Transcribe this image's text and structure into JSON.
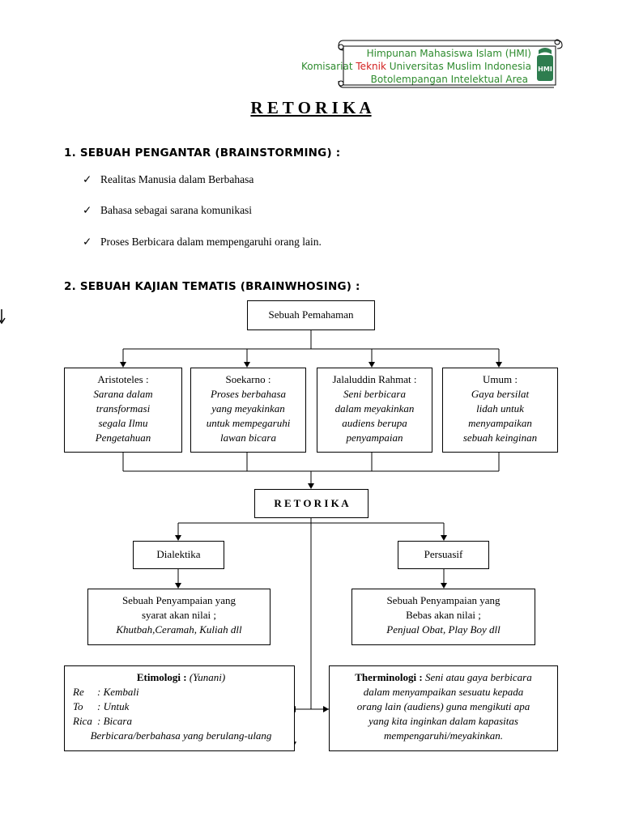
{
  "header": {
    "line1": "Himpunan Mahasiswa Islam (HMI)",
    "line2_prefix": "Komisariat ",
    "line2_highlight": "Teknik",
    "line2_suffix": " Universitas Muslim Indonesia",
    "line3": "Botolempangan Intelektual Area",
    "logo_text": "HMI",
    "colors": {
      "text": "#2e8b2e",
      "highlight": "#d32020",
      "logo": "#2e7d4f"
    }
  },
  "title": "R E T O R I K A",
  "section1": {
    "heading": "1. SEBUAH PENGANTAR (BRAINSTORMING) :",
    "items": [
      "Realitas Manusia dalam Berbahasa",
      "Bahasa sebagai sarana komunikasi",
      "Proses Berbicara dalam mempengaruhi orang lain."
    ],
    "check_symbol": "✓"
  },
  "section2": {
    "heading": "2. SEBUAH KAJIAN TEMATIS (BRAINWHOSING) :"
  },
  "diagram": {
    "root": "Sebuah Pemahaman",
    "figures": [
      {
        "name": "Aristoteles :",
        "desc": [
          "Sarana dalam",
          "transformasi",
          "segala Ilmu",
          "Pengetahuan"
        ]
      },
      {
        "name": "Soekarno :",
        "desc": [
          "Proses berbahasa",
          "yang meyakinkan",
          "untuk mempegaruhi",
          "lawan bicara"
        ]
      },
      {
        "name": "Jalaluddin Rahmat :",
        "desc": [
          "Seni berbicara",
          "dalam meyakinkan",
          "audiens berupa",
          "penyampaian"
        ]
      },
      {
        "name": "Umum :",
        "desc": [
          "Gaya bersilat",
          "lidah untuk",
          "menyampaikan",
          "sebuah keinginan"
        ]
      }
    ],
    "center": "R E T O R I K A",
    "left_branch": {
      "label": "Dialektika",
      "line1": "Sebuah Penyampaian yang",
      "line2": "syarat akan nilai ;",
      "line3": "Khutbah,Ceramah, Kuliah dll"
    },
    "right_branch": {
      "label": "Persuasif",
      "line1": "Sebuah Penyampaian yang",
      "line2": "Bebas akan nilai ;",
      "line3": "Penjual Obat, Play Boy dll"
    },
    "etimologi": {
      "title": "Etimologi :",
      "origin": "(Yunani)",
      "rows": [
        {
          "key": "Re",
          "val": ": Kembali"
        },
        {
          "key": "To",
          "val": ": Untuk"
        },
        {
          "key": "Rica",
          "val": ": Bicara"
        }
      ],
      "summary": "Berbicara/berbahasa yang berulang-ulang"
    },
    "terminologi": {
      "title": "Therminologi :",
      "first": "Seni atau gaya berbicara",
      "lines": [
        "dalam menyampaikan sesuatu kepada",
        "orang lain (audiens) guna mengikuti apa",
        "yang kita inginkan dalam kapasitas",
        "mempengaruhi/meyakinkan."
      ]
    }
  }
}
